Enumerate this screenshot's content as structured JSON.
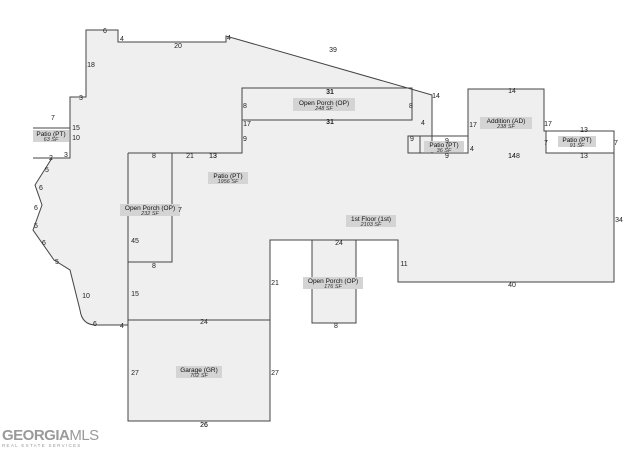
{
  "rooms": [
    {
      "name": "Patio (PT)",
      "sf": "63 SF"
    },
    {
      "name": "Open Porch (OP)",
      "sf": "248 SF"
    },
    {
      "name": "Addition (AD)",
      "sf": "238 SF"
    },
    {
      "name": "Patio (PT)",
      "sf": "36 SF"
    },
    {
      "name": "Patio (PT)",
      "sf": "91 SF"
    },
    {
      "name": "Patio (PT)",
      "sf": "1956 SF"
    },
    {
      "name": "Open Porch (OP)",
      "sf": "232 SF"
    },
    {
      "name": "1st Floor (1st)",
      "sf": "2103 SF"
    },
    {
      "name": "Open Porch (OP)",
      "sf": "176 SF"
    },
    {
      "name": "Garage (GR)",
      "sf": "702 SF"
    }
  ],
  "dimensions": [
    "6",
    "4",
    "20",
    "4",
    "39",
    "18",
    "3",
    "7",
    "15",
    "10",
    "3",
    "2",
    "5",
    "6",
    "6",
    "5",
    "6",
    "5",
    "10",
    "6",
    "4",
    "31",
    "8",
    "8",
    "17",
    "9",
    "31",
    "14",
    "4",
    "9",
    "17",
    "14",
    "4",
    "14",
    "17",
    "13",
    "7",
    "13",
    "7",
    "9",
    "9",
    "148",
    "13",
    "8",
    "21",
    "13",
    "7",
    "34",
    "45",
    "8",
    "15",
    "24",
    "24",
    "11",
    "21",
    "40",
    "26",
    "8",
    "27",
    "27",
    "26"
  ],
  "logo": {
    "brand_a": "GEORGIA",
    "brand_b": "MLS",
    "sub": "REAL ESTATE SERVICES"
  }
}
